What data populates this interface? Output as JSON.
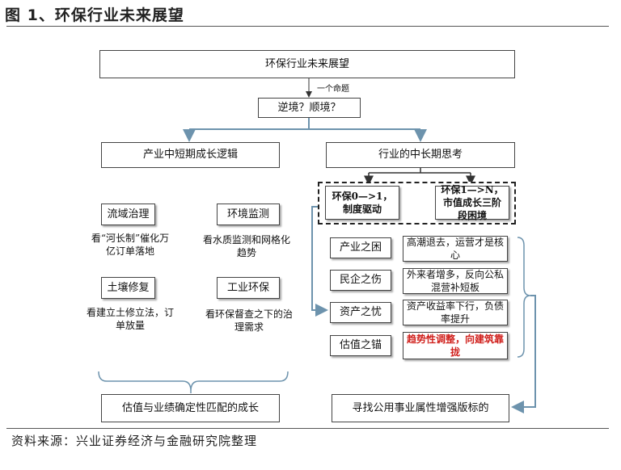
{
  "figure_title": "图 1、环保行业未来展望",
  "source_note": "资料来源：兴业证券经济与金融研究院整理",
  "colors": {
    "arrow_blue": "#6d93ad",
    "dark_line": "#444444",
    "emphasis_red": "#d0201c"
  },
  "diagram": {
    "top_title": "环保行业未来展望",
    "connector_label": "一个命题",
    "question": "逆境？顺境？",
    "left_branch": {
      "title": "产业中短期成长逻辑",
      "items": [
        {
          "label": "流域治理",
          "note": "看“河长制”催化万亿订单落地"
        },
        {
          "label": "环境监测",
          "note": "看水质监测和网格化趋势"
        },
        {
          "label": "土壤修复",
          "note": "看建立土修立法，订单放量"
        },
        {
          "label": "工业环保",
          "note": "看环保督查之下的治理需求"
        }
      ],
      "conclusion": "估值与业绩确定性匹配的成长"
    },
    "right_branch": {
      "title": "行业的中长期思考",
      "stages": [
        {
          "label": "环保0—>1，制度驱动"
        },
        {
          "label": "环保1—>N，市值成长三阶段困境"
        }
      ],
      "issues": [
        {
          "label": "产业之困",
          "detail": "高潮退去，运营才是核心"
        },
        {
          "label": "民企之伤",
          "detail": "外来者增多，反向公私混营补短板"
        },
        {
          "label": "资产之忧",
          "detail": "资产收益率下行，负债率提升"
        },
        {
          "label": "估值之锚",
          "detail": "趋势性调整，向建筑靠拢"
        }
      ],
      "conclusion": "寻找公用事业属性增强版标的"
    }
  }
}
